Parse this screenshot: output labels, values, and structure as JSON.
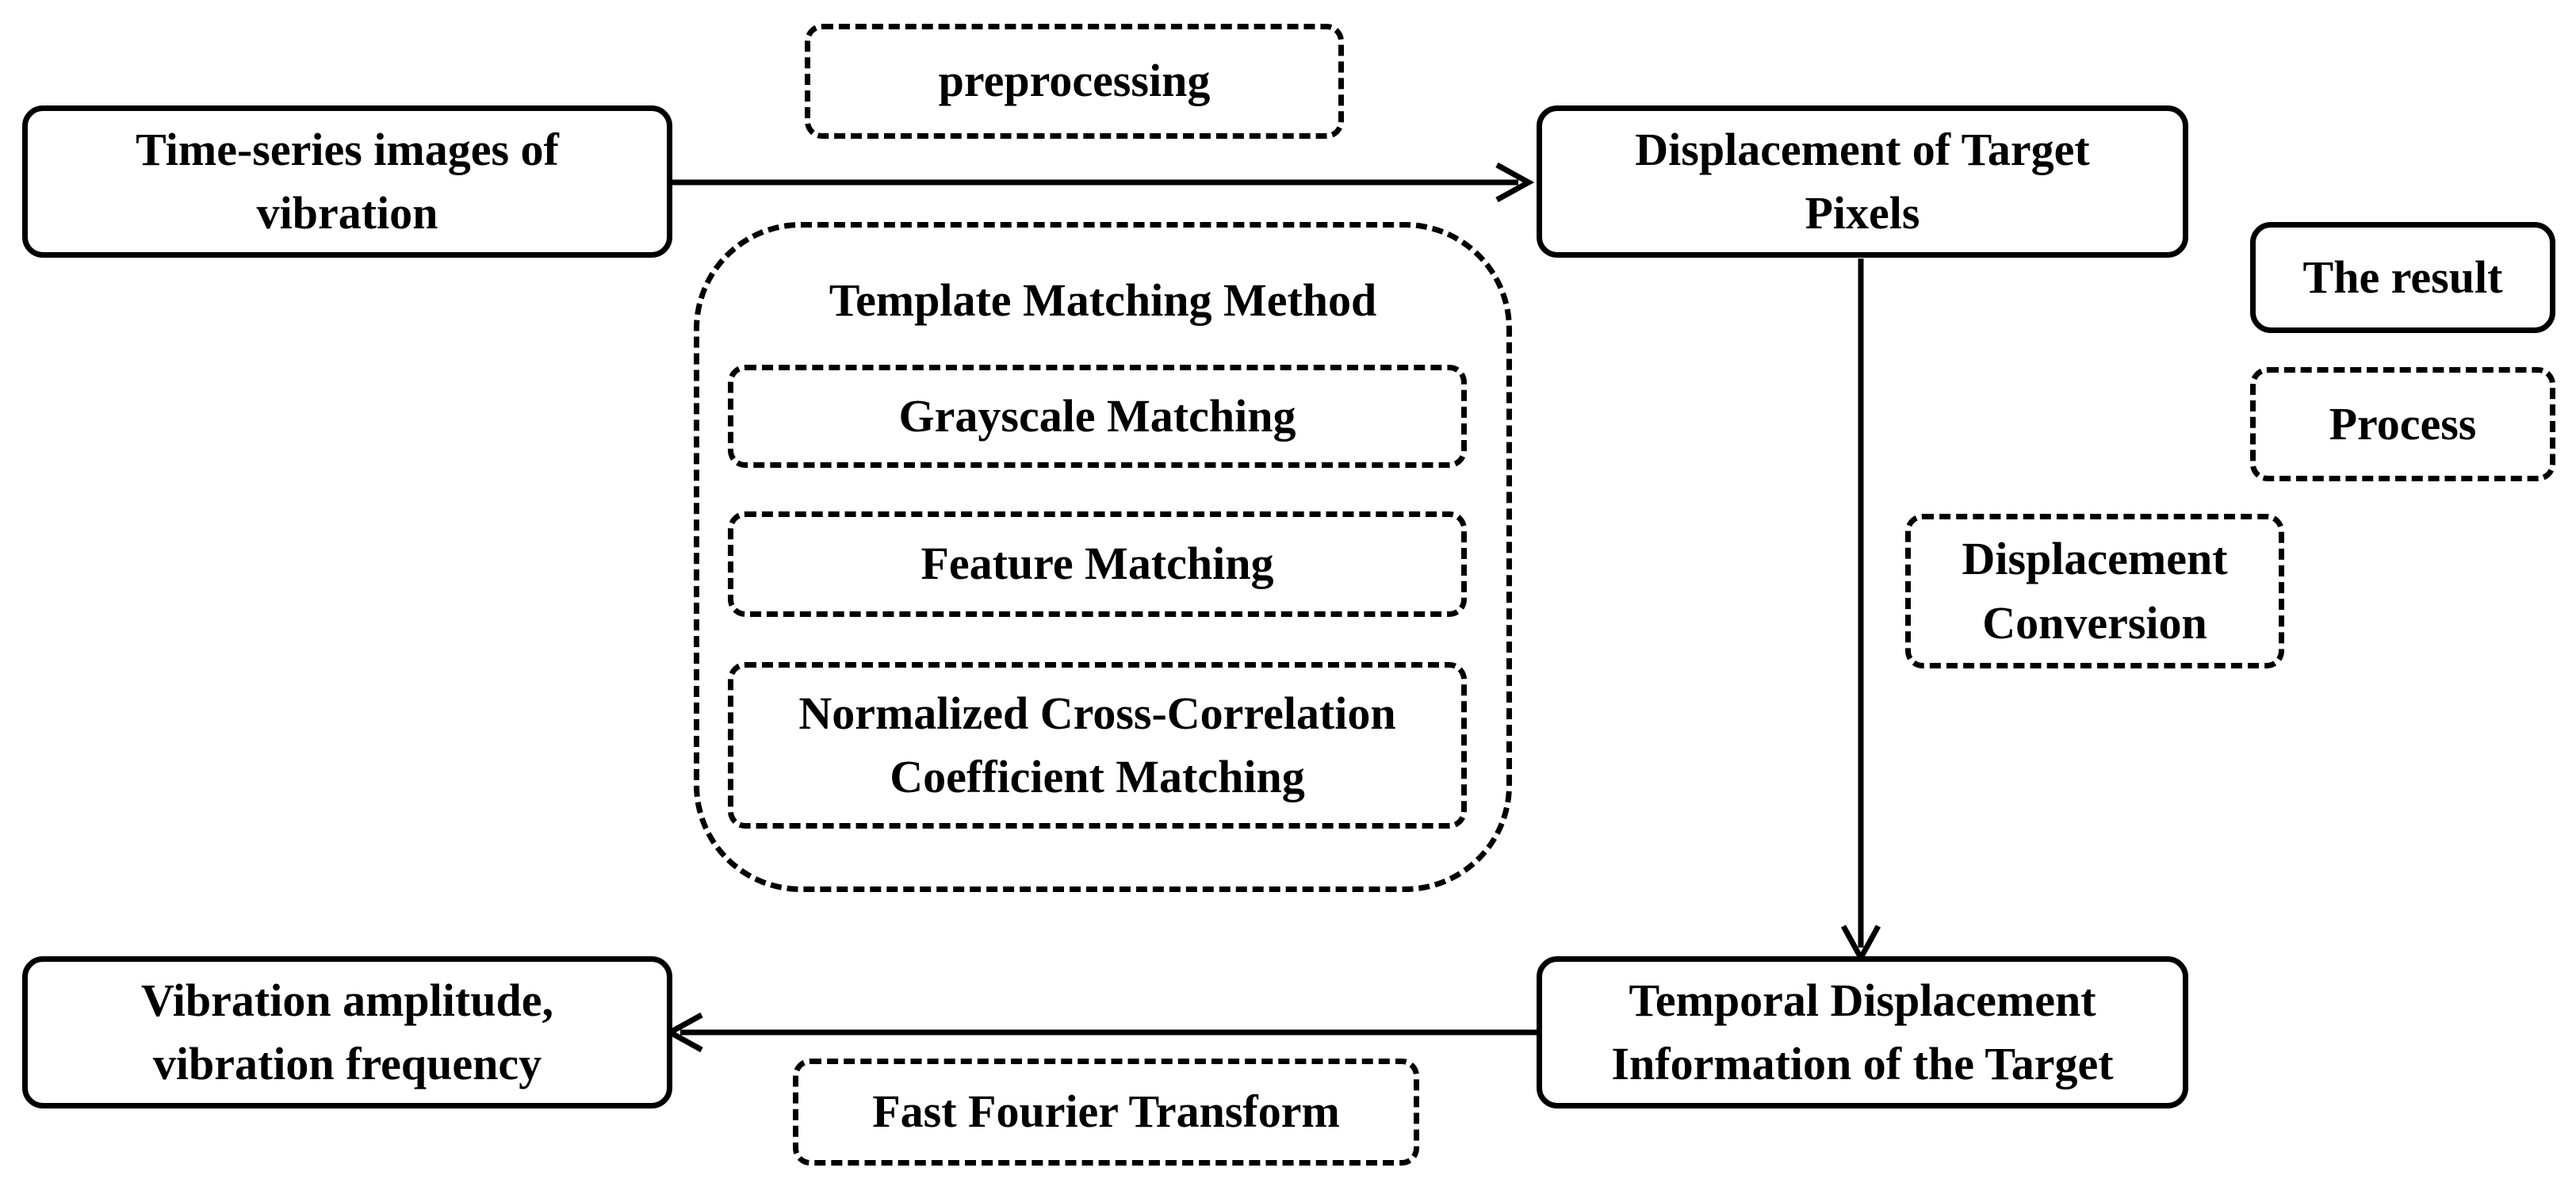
{
  "boxes": {
    "time_series": [
      "Time-series images of",
      "vibration"
    ],
    "displacement_pixels": [
      "Displacement of Target",
      "Pixels"
    ],
    "temporal_displacement": [
      "Temporal Displacement",
      "Information of the Target"
    ],
    "vibration_result": [
      "Vibration amplitude,",
      "vibration frequency"
    ]
  },
  "processes": {
    "preprocessing": "preprocessing",
    "template_matching_title": "Template Matching Method",
    "grayscale": "Grayscale Matching",
    "feature": "Feature Matching",
    "ncc": [
      "Normalized Cross-Correlation",
      "Coefficient Matching"
    ],
    "displacement_conversion": [
      "Displacement",
      "Conversion"
    ],
    "fft": "Fast Fourier Transform"
  },
  "legend": {
    "result": "The result",
    "process": "Process"
  }
}
